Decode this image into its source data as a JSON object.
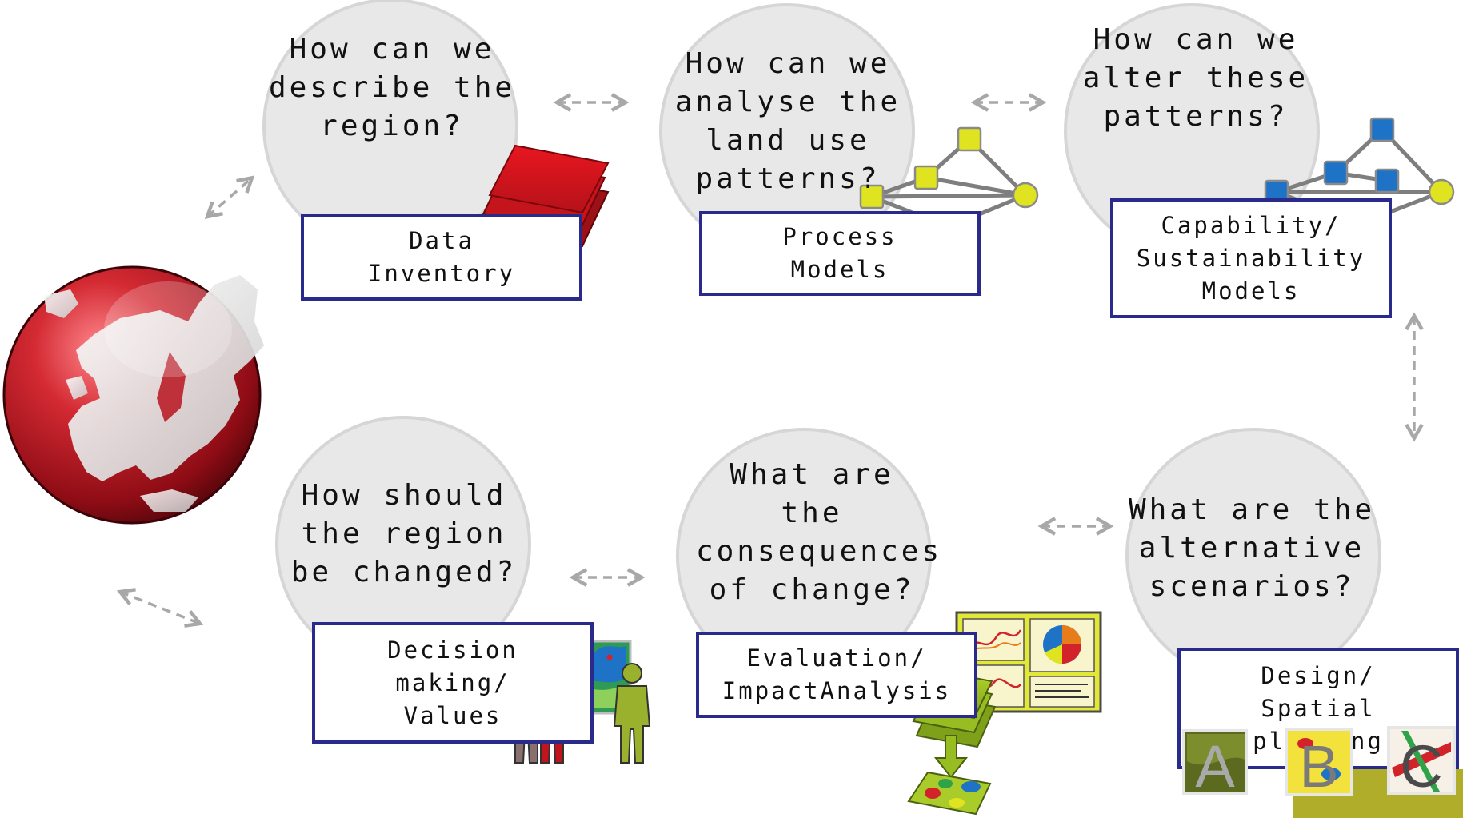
{
  "stages": [
    {
      "question": "How can we\ndescribe the\nregion?",
      "label": "Data\nInventory"
    },
    {
      "question": "How can we\nanalyse the\nland use\npatterns?",
      "label": "Process\nModels"
    },
    {
      "question": "How can we\nalter these\npatterns?",
      "label": "Capability/\nSustainability\nModels"
    },
    {
      "question": "What are the\nalternative\nscenarios?",
      "label": "Design/\nSpatial\nplanning"
    },
    {
      "question": "What are the\nconsequences\nof change?",
      "label": "Evaluation/\nImpactAnalysis"
    },
    {
      "question": "How should\nthe region\nbe changed?",
      "label": "Decision\nmaking/\nValues"
    }
  ],
  "scenario_letters": [
    "A",
    "B",
    "C"
  ],
  "icons": [
    "globe-europe-icon",
    "stacked-layers-icon",
    "network-graph-icon",
    "blue-network-graph-icon",
    "scenario-tiles-icon",
    "charts-panel-icon",
    "map-derivation-icon",
    "people-with-map-icon"
  ],
  "colors": {
    "box_border": "#2a2a8c",
    "circle_fill": "#e8e8e8",
    "circle_stroke": "#d6d6d6",
    "arrow": "#a8a8a8",
    "globe_red": "#b8141f",
    "layer_red": "#d3161e",
    "node_yellow": "#e0e31f",
    "node_blue": "#1f73c6",
    "layer_green": "#9cc31f"
  }
}
